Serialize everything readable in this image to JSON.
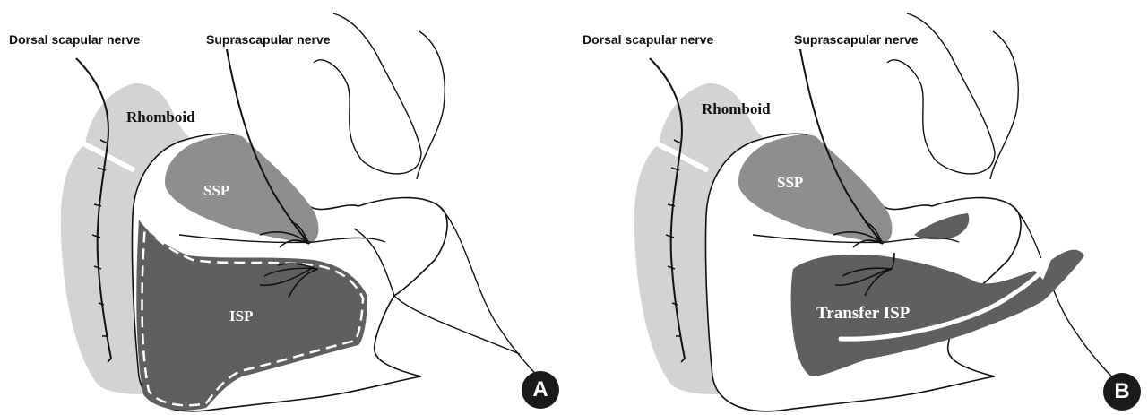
{
  "panels": [
    {
      "badge": "A",
      "labels": {
        "dorsal_scapular_nerve": "Dorsal scapular nerve",
        "suprascapular_nerve": "Suprascapular nerve",
        "rhomboid": "Rhomboid",
        "ssp": "SSP",
        "isp": "ISP"
      }
    },
    {
      "badge": "B",
      "labels": {
        "dorsal_scapular_nerve": "Dorsal scapular nerve",
        "suprascapular_nerve": "Suprascapular nerve",
        "rhomboid": "Rhomboid",
        "ssp": "SSP",
        "transfer_isp": "Transfer ISP"
      }
    }
  ],
  "colors": {
    "rhomboid": "#d3d3d3",
    "ssp": "#8e8e8e",
    "isp": "#5f5f5f",
    "outline": "#111111",
    "badge": "#1a1a1a"
  }
}
